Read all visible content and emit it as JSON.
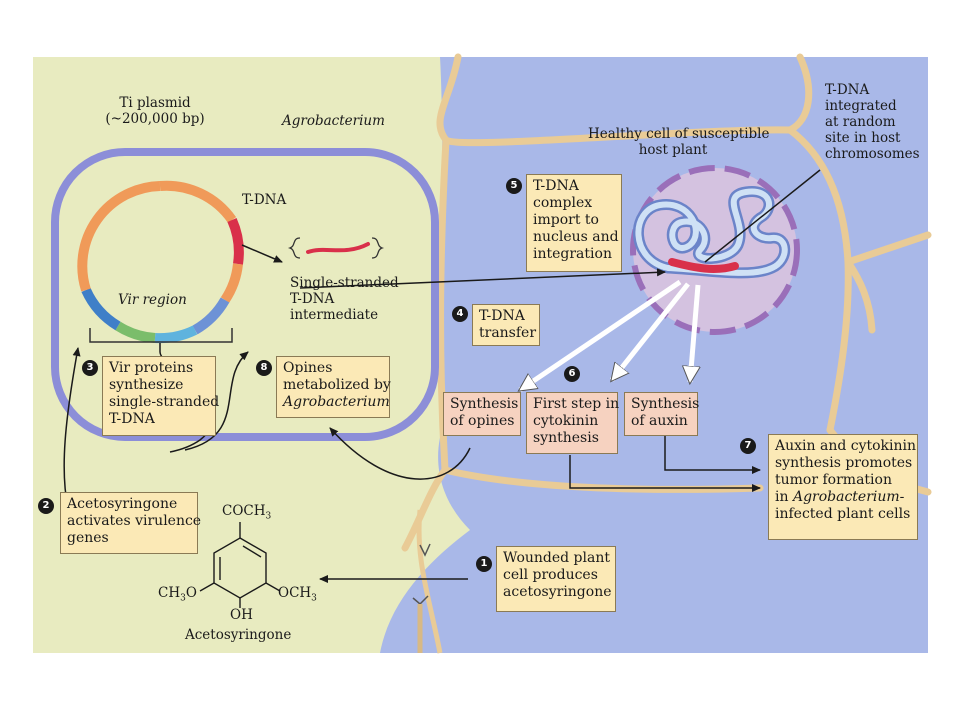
{
  "colors": {
    "bacterium_bg": "#e8ebc0",
    "plant_cell_bg": "#a9b8e8",
    "cell_wall": "#e9cb96",
    "bacterium_membrane": "#8c8ed8",
    "box_bg": "#fbe9b6",
    "box_pink": "#f6d2c0",
    "tdna_red": "#d9304a"
  },
  "labels": {
    "ti_plasmid": [
      "Ti plasmid",
      "(~200,000 bp)"
    ],
    "agrobacterium": "Agrobacterium",
    "tdna": "T-DNA",
    "vir_region": "Vir region",
    "ss_intermediate": [
      "Single-stranded",
      "T-DNA",
      "intermediate"
    ],
    "healthy_cell": [
      "Healthy cell of susceptible",
      "host plant"
    ],
    "tdna_integrated": [
      "T-DNA",
      "integrated",
      "at random",
      "site in host",
      "chromosomes"
    ],
    "acetosyringone": "Acetosyringone",
    "chem": {
      "coch3": "COCH",
      "och3_left": "CH",
      "och3_right": "OCH",
      "oh": "OH",
      "sub3": "3"
    }
  },
  "steps": {
    "s1": {
      "num": "1",
      "lines": [
        "Wounded plant",
        "cell produces",
        "acetosyringone"
      ]
    },
    "s2": {
      "num": "2",
      "lines": [
        "Acetosyringone",
        "activates virulence",
        "genes"
      ]
    },
    "s3": {
      "num": "3",
      "lines": [
        "Vir proteins",
        "synthesize",
        "single-stranded",
        "T-DNA"
      ]
    },
    "s4": {
      "num": "4",
      "lines": [
        "T-DNA",
        "transfer"
      ]
    },
    "s5": {
      "num": "5",
      "lines": [
        "T-DNA",
        "complex",
        "import to",
        "nucleus and",
        "integration"
      ]
    },
    "s6": {
      "num": "6"
    },
    "s6a": {
      "lines": [
        "Synthesis",
        "of opines"
      ]
    },
    "s6b": {
      "lines": [
        "First step in",
        "cytokinin",
        "synthesis"
      ]
    },
    "s6c": {
      "lines": [
        "Synthesis",
        "of auxin"
      ]
    },
    "s7": {
      "num": "7",
      "lines": [
        "Auxin and cytokinin",
        "synthesis promotes",
        "tumor formation",
        "in ",
        "Agrobacterium",
        "-",
        "infected plant cells"
      ]
    },
    "s8": {
      "num": "8",
      "lines": [
        "Opines",
        "metabolized by",
        "Agrobacterium"
      ]
    }
  }
}
